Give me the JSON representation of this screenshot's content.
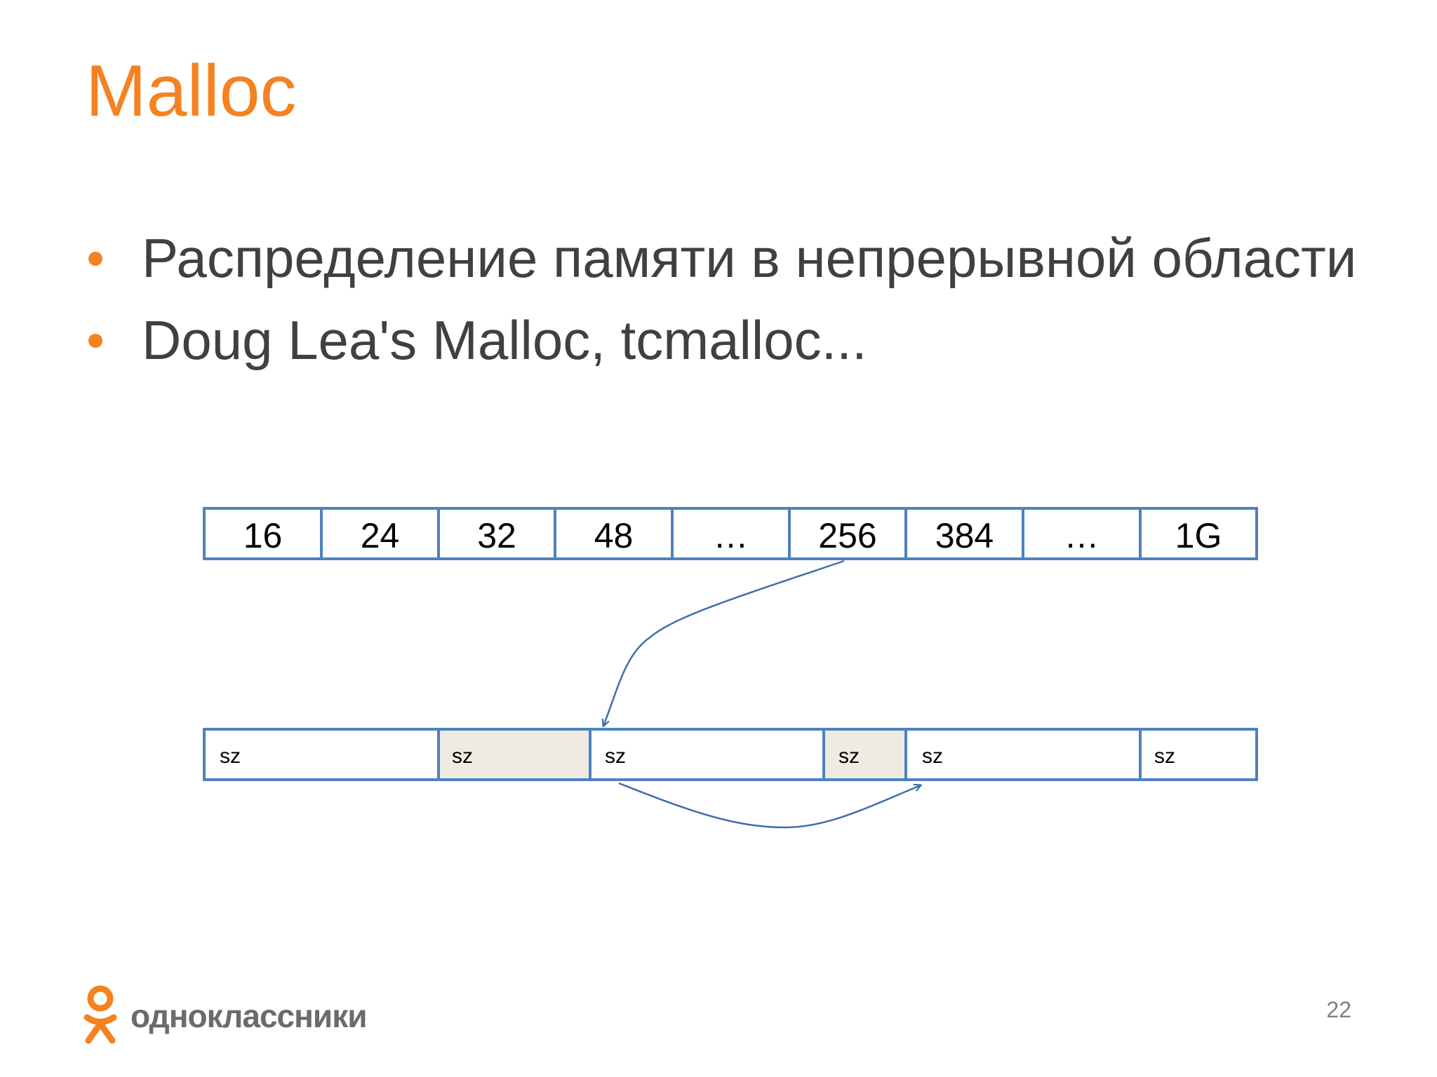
{
  "slide": {
    "title": "Malloc",
    "page_number": "22"
  },
  "bullets": [
    "Распределение памяти в непрерывной области",
    "Doug Lea's Malloc, tcmalloc..."
  ],
  "diagram": {
    "size_classes": [
      "16",
      "24",
      "32",
      "48",
      "…",
      "256",
      "384",
      "…",
      "1G"
    ],
    "chunks": [
      {
        "label": "sz",
        "shaded": false
      },
      {
        "label": "sz",
        "shaded": true
      },
      {
        "label": "sz",
        "shaded": false
      },
      {
        "label": "sz",
        "shaded": true
      },
      {
        "label": "sz",
        "shaded": false
      },
      {
        "label": "sz",
        "shaded": false
      }
    ]
  },
  "footer": {
    "logo_text": "одноклассники"
  },
  "colors": {
    "accent": "#f58220",
    "text": "#404040",
    "box_border": "#4f81bd",
    "arrow": "#3f6fa8",
    "shaded_chunk": "#eeece1"
  }
}
